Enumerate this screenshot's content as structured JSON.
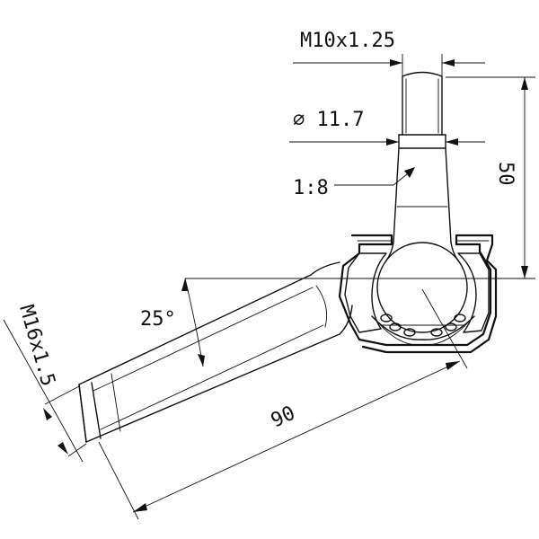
{
  "drawing": {
    "labels": {
      "thread_pin": "M10x1.25",
      "diameter": "⌀ 11.7",
      "taper": "1:8",
      "height": "50",
      "angle": "25°",
      "thread_arm": "M16x1.5",
      "length": "90"
    },
    "colors": {
      "ink": "#111111",
      "paper": "#ffffff"
    }
  }
}
